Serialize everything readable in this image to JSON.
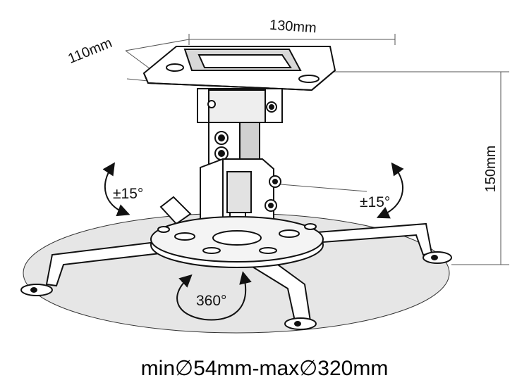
{
  "dimensions": {
    "width_label": "130mm",
    "depth_label": "110mm",
    "height_label": "150mm"
  },
  "rotations": {
    "tilt_left_label": "±15°",
    "tilt_right_label": "±15°",
    "swivel_label": "360°"
  },
  "caption": "min∅54mm-max∅320mm",
  "colors": {
    "line": "#111111",
    "ellipse_fill": "#e6e6e6",
    "part_fill": "#ffffff",
    "shadow": "#bdbdbd"
  }
}
